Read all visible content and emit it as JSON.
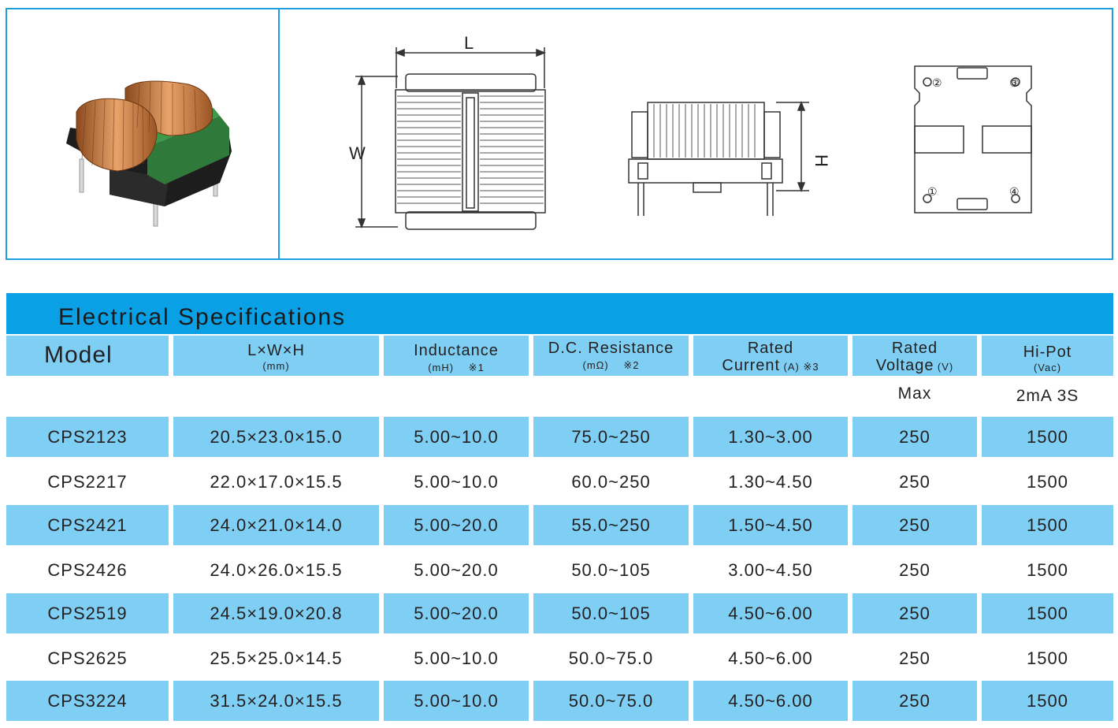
{
  "figure": {
    "dim_labels": {
      "L": "L",
      "W": "W",
      "H": "H"
    },
    "pin_labels": [
      "①",
      "②",
      "③",
      "④"
    ]
  },
  "spec": {
    "title": "Electrical  Specifications",
    "headers": {
      "model": "Model",
      "dims_main": "L×W×H",
      "dims_sub": "(mm)",
      "inductance_main": "Inductance",
      "inductance_sub": "(mH)　 ※1",
      "dcr_main": "D.C. Resistance",
      "dcr_sub": "(mΩ)　 ※2",
      "current_main": "Rated",
      "current_line2": "Current",
      "current_sub": "(A) ※3",
      "voltage_main": "Rated",
      "voltage_line2": "Voltage",
      "voltage_sub": "(V)",
      "hipot_main": "Hi-Pot",
      "hipot_sub": "(Vac)"
    },
    "notes": {
      "voltage": "Max",
      "hipot": "2mA  3S"
    },
    "rows": [
      {
        "model": "CPS2123",
        "dims": "20.5×23.0×15.0",
        "inductance": "5.00~10.0",
        "dcr": "75.0~250",
        "current": "1.30~3.00",
        "voltage": "250",
        "hipot": "1500"
      },
      {
        "model": "CPS2217",
        "dims": "22.0×17.0×15.5",
        "inductance": "5.00~10.0",
        "dcr": "60.0~250",
        "current": "1.30~4.50",
        "voltage": "250",
        "hipot": "1500"
      },
      {
        "model": "CPS2421",
        "dims": "24.0×21.0×14.0",
        "inductance": "5.00~20.0",
        "dcr": "55.0~250",
        "current": "1.50~4.50",
        "voltage": "250",
        "hipot": "1500"
      },
      {
        "model": "CPS2426",
        "dims": "24.0×26.0×15.5",
        "inductance": "5.00~20.0",
        "dcr": "50.0~105",
        "current": "3.00~4.50",
        "voltage": "250",
        "hipot": "1500"
      },
      {
        "model": "CPS2519",
        "dims": "24.5×19.0×20.8",
        "inductance": "5.00~20.0",
        "dcr": "50.0~105",
        "current": "4.50~6.00",
        "voltage": "250",
        "hipot": "1500"
      },
      {
        "model": "CPS2625",
        "dims": "25.5×25.0×14.5",
        "inductance": "5.00~10.0",
        "dcr": "50.0~75.0",
        "current": "4.50~6.00",
        "voltage": "250",
        "hipot": "1500"
      },
      {
        "model": "CPS3224",
        "dims": "31.5×24.0×15.5",
        "inductance": "5.00~10.0",
        "dcr": "50.0~75.0",
        "current": "4.50~6.00",
        "voltage": "250",
        "hipot": "1500"
      }
    ]
  },
  "colors": {
    "accent": "#0aa0e6",
    "row_band": "#7fcff5",
    "border": "#1ea0e0",
    "copper": "#c9773a",
    "core_green": "#2f7a3a"
  }
}
